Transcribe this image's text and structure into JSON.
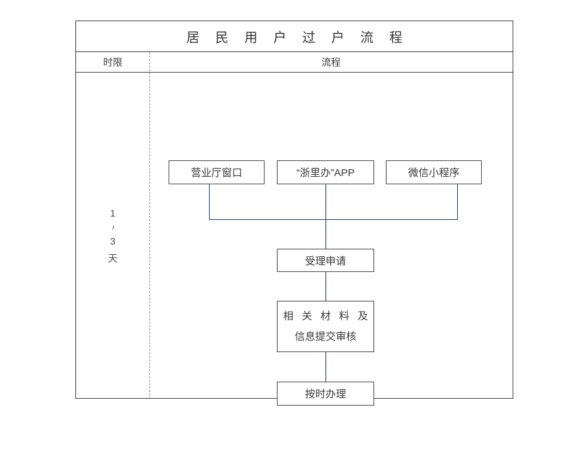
{
  "table": {
    "title": "居 民 用 户 过 户 流 程",
    "columns": {
      "duration_header": "时限",
      "flow_header": "流程"
    },
    "duration_value": {
      "line1": "1",
      "separator": "~",
      "line3": "3",
      "unit": "天"
    }
  },
  "flow": {
    "sources": [
      {
        "label": "营业厅窗口"
      },
      {
        "label": "“浙里办”APP"
      },
      {
        "label": "微信小程序"
      }
    ],
    "steps": [
      {
        "label": "受理申请"
      },
      {
        "label_line1": "相 关 材 料 及",
        "label_line2": "信息提交审核"
      },
      {
        "label": "按时办理"
      }
    ]
  },
  "colors": {
    "connector": "#1f3864",
    "border": "#3f3f3f",
    "node_border": "#4a4a4a",
    "text": "#3a3a3a",
    "background": "#ffffff"
  }
}
